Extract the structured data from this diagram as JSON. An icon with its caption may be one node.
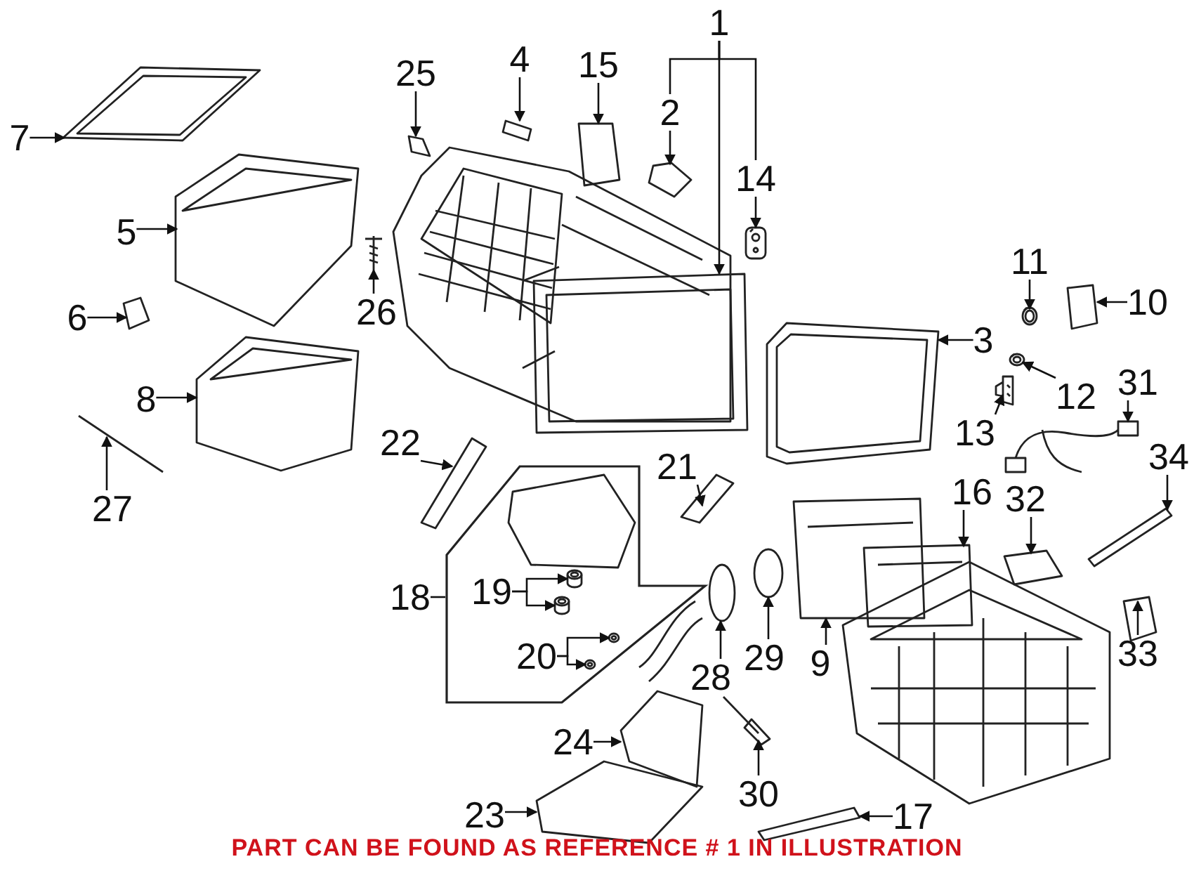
{
  "diagram": {
    "caption": "PART CAN BE FOUND AS REFERENCE # 1 IN ILLUSTRATION",
    "nodes": [
      {
        "text": [
          "1"
        ]
      },
      {
        "text": [
          "2"
        ]
      },
      {
        "text": [
          "3"
        ]
      },
      {
        "text": [
          "4"
        ]
      },
      {
        "text": [
          "5"
        ]
      },
      {
        "text": [
          "6"
        ]
      },
      {
        "text": [
          "7"
        ]
      },
      {
        "text": [
          "8"
        ]
      },
      {
        "text": [
          "9"
        ]
      },
      {
        "text": [
          "10"
        ]
      },
      {
        "text": [
          "11"
        ]
      },
      {
        "text": [
          "12"
        ]
      },
      {
        "text": [
          "13"
        ]
      },
      {
        "text": [
          "14"
        ]
      },
      {
        "text": [
          "15"
        ]
      },
      {
        "text": [
          "16"
        ]
      },
      {
        "text": [
          "17"
        ]
      },
      {
        "text": [
          "18"
        ]
      },
      {
        "text": [],
        "shape": "box"
      },
      {
        "text": [
          "19"
        ],
        "in": 18
      },
      {
        "text": [
          "20"
        ],
        "in": 18
      },
      {
        "text": [
          "21"
        ]
      },
      {
        "text": [
          "22"
        ]
      },
      {
        "text": [
          "23"
        ]
      },
      {
        "text": [
          "24"
        ]
      },
      {
        "text": [
          "25"
        ]
      },
      {
        "text": [
          "26"
        ]
      },
      {
        "text": [
          "27"
        ]
      },
      {
        "text": [
          "28"
        ]
      },
      {
        "text": [
          "29"
        ]
      },
      {
        "text": [
          "30"
        ]
      },
      {
        "text": [
          "31"
        ]
      },
      {
        "text": [
          "32"
        ]
      },
      {
        "text": [
          "33"
        ]
      },
      {
        "text": [
          "34"
        ]
      },
      {
        "text": [],
        "shape": "picture"
      },
      {
        "text": [],
        "shape": "picture"
      },
      {
        "text": [],
        "shape": "picture"
      },
      {
        "text": [],
        "shape": "picture"
      },
      {
        "text": [],
        "shape": "picture"
      },
      {
        "text": [],
        "shape": "picture"
      },
      {
        "text": [],
        "shape": "picture"
      },
      {
        "text": [],
        "shape": "picture"
      },
      {
        "text": [],
        "shape": "picture"
      },
      {
        "text": [],
        "shape": "picture"
      },
      {
        "text": [],
        "shape": "picture"
      },
      {
        "text": [],
        "shape": "picture"
      },
      {
        "text": [],
        "shape": "picture"
      },
      {
        "text": [],
        "shape": "picture"
      },
      {
        "text": [],
        "shape": "picture"
      },
      {
        "text": [],
        "shape": "picture"
      },
      {
        "text": [],
        "shape": "picture"
      },
      {
        "text": [],
        "shape": "picture",
        "in": 18
      },
      {
        "text": [],
        "shape": "picture",
        "in": 18
      },
      {
        "text": [],
        "shape": "picture",
        "in": 18
      },
      {
        "text": [],
        "shape": "picture",
        "in": 18
      },
      {
        "text": [],
        "shape": "picture"
      },
      {
        "text": [],
        "shape": "picture"
      },
      {
        "text": [],
        "shape": "picture"
      },
      {
        "text": [],
        "shape": "picture"
      },
      {
        "text": [],
        "shape": "picture"
      },
      {
        "text": [],
        "shape": "picture"
      },
      {
        "text": [],
        "shape": "picture"
      },
      {
        "text": [],
        "shape": "picture"
      },
      {
        "text": [],
        "shape": "picture"
      },
      {
        "text": [],
        "shape": "picture"
      },
      {
        "text": [],
        "shape": "picture"
      },
      {
        "text": [],
        "shape": "picture"
      },
      {
        "text": [],
        "shape": "picture"
      },
      {
        "text": [],
        "shape": "picture"
      },
      {
        "text": [],
        "shape": "picture"
      },
      {
        "text": [],
        "shape": "picture"
      }
    ],
    "edges": [
      {
        "from": 0,
        "to": 35,
        "arrow": "to"
      },
      {
        "from": 0,
        "to": 1,
        "arrow": "none"
      },
      {
        "from": 0,
        "to": 13,
        "arrow": "none"
      },
      {
        "from": 1,
        "to": 36,
        "arrow": "to"
      },
      {
        "from": 2,
        "to": 37,
        "arrow": "to"
      },
      {
        "from": 3,
        "to": 38,
        "arrow": "to"
      },
      {
        "from": 4,
        "to": 39,
        "arrow": "to"
      },
      {
        "from": 5,
        "to": 40,
        "arrow": "to"
      },
      {
        "from": 6,
        "to": 41,
        "arrow": "to"
      },
      {
        "from": 7,
        "to": 42,
        "arrow": "to"
      },
      {
        "from": 8,
        "to": 43,
        "arrow": "to"
      },
      {
        "from": 9,
        "to": 44,
        "arrow": "to"
      },
      {
        "from": 10,
        "to": 45,
        "arrow": "to"
      },
      {
        "from": 11,
        "to": 46,
        "arrow": "to"
      },
      {
        "from": 12,
        "to": 47,
        "arrow": "to"
      },
      {
        "from": 13,
        "to": 48,
        "arrow": "to"
      },
      {
        "from": 14,
        "to": 49,
        "arrow": "to"
      },
      {
        "from": 15,
        "to": 50,
        "arrow": "to"
      },
      {
        "from": 16,
        "to": 51,
        "arrow": "to"
      },
      {
        "from": 17,
        "to": 18,
        "arrow": "none"
      },
      {
        "from": 19,
        "to": 52,
        "arrow": "to"
      },
      {
        "from": 19,
        "to": 53,
        "arrow": "to"
      },
      {
        "from": 20,
        "to": 54,
        "arrow": "to"
      },
      {
        "from": 20,
        "to": 55,
        "arrow": "to"
      },
      {
        "from": 21,
        "to": 56,
        "arrow": "to"
      },
      {
        "from": 22,
        "to": 57,
        "arrow": "to"
      },
      {
        "from": 23,
        "to": 58,
        "arrow": "to"
      },
      {
        "from": 24,
        "to": 59,
        "arrow": "to"
      },
      {
        "from": 25,
        "to": 60,
        "arrow": "to"
      },
      {
        "from": 26,
        "to": 61,
        "arrow": "to"
      },
      {
        "from": 27,
        "to": 62,
        "arrow": "to"
      },
      {
        "from": 28,
        "to": 63,
        "arrow": "to"
      },
      {
        "from": 29,
        "to": 64,
        "arrow": "to"
      },
      {
        "from": 30,
        "to": 65,
        "arrow": "to"
      },
      {
        "from": 31,
        "to": 66,
        "arrow": "to"
      },
      {
        "from": 32,
        "to": 67,
        "arrow": "to"
      },
      {
        "from": 33,
        "to": 68,
        "arrow": "to"
      },
      {
        "from": 34,
        "to": 69,
        "arrow": "to"
      }
    ]
  }
}
